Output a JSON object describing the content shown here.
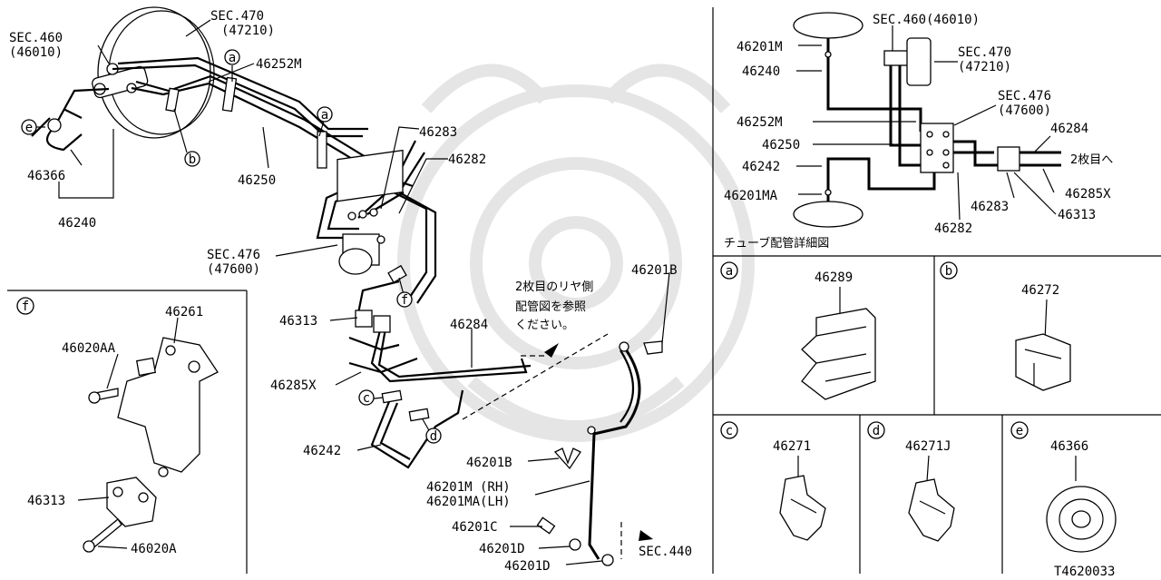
{
  "main": {
    "sec460": "SEC.460",
    "sec460_code": "(46010)",
    "sec470": "SEC.470",
    "sec470_code": "(47210)",
    "sec476": "SEC.476",
    "sec476_code": "(47600)",
    "sec440": "SEC.440",
    "p46252M": "46252M",
    "p46250": "46250",
    "p46366": "46366",
    "p46240": "46240",
    "p46283": "46283",
    "p46282": "46282",
    "p46313": "46313",
    "p46285X": "46285X",
    "p46242": "46242",
    "p46284": "46284",
    "p46201B_top": "46201B",
    "p46201B_mid": "46201B",
    "p46201M": "46201M (RH)",
    "p46201MA": "46201MA(LH)",
    "p46201C": "46201C",
    "p46201D_1": "46201D",
    "p46201D_2": "46201D",
    "note_line1": "2枚目のリヤ側",
    "note_line2": "配管図を参照",
    "note_line3": "ください。",
    "circle_a": "a",
    "circle_b": "b",
    "circle_c": "c",
    "circle_d": "d",
    "circle_e": "e",
    "circle_f": "f"
  },
  "detail_f": {
    "tag": "f",
    "p46261": "46261",
    "p46020AA": "46020AA",
    "p46313": "46313",
    "p46020A": "46020A"
  },
  "schematic": {
    "p46201M": "46201M",
    "p46240": "46240",
    "p46252M": "46252M",
    "p46250": "46250",
    "p46242": "46242",
    "p46201MA": "46201MA",
    "sec460": "SEC.460(46010)",
    "sec470": "SEC.470",
    "sec470_code": "(47210)",
    "sec476": "SEC.476",
    "sec476_code": "(47600)",
    "p46284": "46284",
    "to_sheet2": "2枚目へ",
    "p46285X": "46285X",
    "p46283": "46283",
    "p46313": "46313",
    "p46282": "46282",
    "caption": "チューブ配管詳細図"
  },
  "clips": {
    "a": {
      "tag": "a",
      "part": "46289"
    },
    "b": {
      "tag": "b",
      "part": "46272"
    },
    "c": {
      "tag": "c",
      "part": "46271"
    },
    "d": {
      "tag": "d",
      "part": "46271J"
    },
    "e": {
      "tag": "e",
      "part": "46366"
    }
  },
  "footer": {
    "code": "T4620033"
  }
}
